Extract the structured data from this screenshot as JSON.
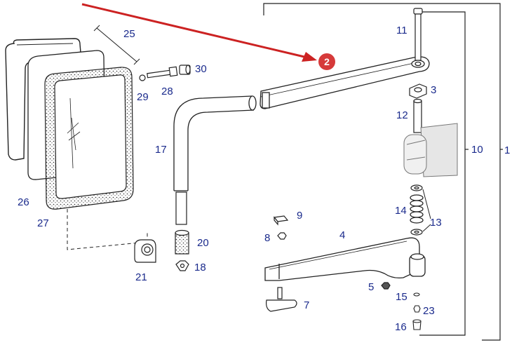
{
  "colors": {
    "label": "#1a2a8c",
    "line": "#222222",
    "callout_arrow": "#cc2222",
    "badge": "#d63a3a",
    "paper": "#ffffff"
  },
  "callout": {
    "badge_text": "2"
  },
  "labels": {
    "p1": "1",
    "p3": "3",
    "p4": "4",
    "p5": "5",
    "p7": "7",
    "p8": "8",
    "p9": "9",
    "p10": "10",
    "p11": "11",
    "p12": "12",
    "p13": "13",
    "p14": "14",
    "p15": "15",
    "p16": "16",
    "p17": "17",
    "p18": "18",
    "p20": "20",
    "p21": "21",
    "p23": "23",
    "p25": "25",
    "p26": "26",
    "p27": "27",
    "p28": "28",
    "p29": "29",
    "p30": "30"
  }
}
